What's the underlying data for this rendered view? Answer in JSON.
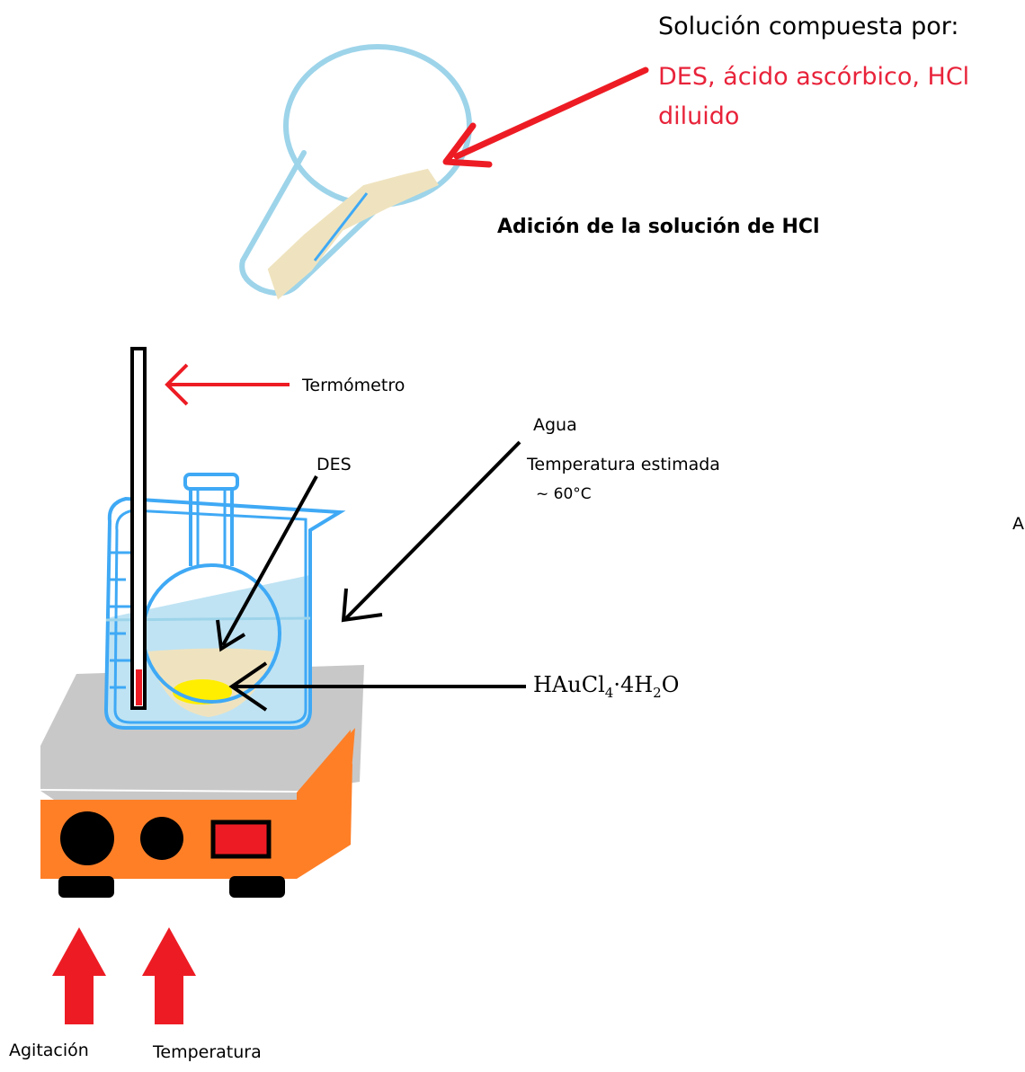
{
  "colors": {
    "glass": "#3fa9f5",
    "glass_light": "#9dd4ea",
    "water": "#bfe3f3",
    "des_liquid": "#efe3bf",
    "gold_salt": "#ffee00",
    "arrow_red": "#ed1c24",
    "plate_gray": "#c8c8c8",
    "base_orange": "#ff7f27",
    "knob_black": "#000000"
  },
  "icons": [
    "test-tube-icon",
    "thermometer-icon",
    "beaker-icon",
    "round-flask-icon",
    "hot-plate-stirrer-icon",
    "arrow-up-icon"
  ],
  "labels": {
    "solution_title": "Solución compuesta por:",
    "solution_line1": "DES, ácido ascórbico, HCl",
    "solution_line2": "diluido",
    "addition": "Adición de la solución de HCl",
    "thermometer": "Termómetro",
    "water": "Agua",
    "temp_estimate": "Temperatura estimada",
    "temp_value": "~ 60°C",
    "des": "DES",
    "formula": {
      "base": "HAuCl",
      "sub1": "4",
      "dot": "·4H",
      "sub2": "2",
      "end": "O"
    },
    "stirring": "Agitación",
    "temperature": "Temperatura",
    "edge_letter": "A"
  }
}
